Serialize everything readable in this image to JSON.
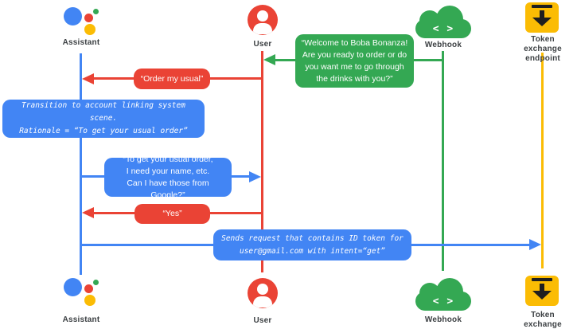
{
  "diagram_type": "sequence-diagram",
  "actors": {
    "assistant": {
      "label": "Assistant",
      "color": "#4285F4"
    },
    "user": {
      "label": "User",
      "color": "#EA4335"
    },
    "webhook": {
      "label": "Webhook",
      "color": "#34A853"
    },
    "token_endpoint": {
      "label": "Token exchange\nendpoint",
      "color": "#FBBC04"
    }
  },
  "messages": {
    "welcome": {
      "from": "Webhook",
      "to": "User",
      "text": "“Welcome to Boba Bonanza!\nAre you ready to order or do\nyou want me to go through\nthe drinks with you?”"
    },
    "order_usual": {
      "from": "User",
      "to": "Assistant",
      "text": "“Order my usual”"
    },
    "transition_note": {
      "text": "Transition to account linking system scene.\nRationale = “To get your usual order”"
    },
    "ask_permission": {
      "from": "Assistant",
      "to": "User",
      "text": "“To get your usual order,\nI need your name, etc.\nCan I have those from Google?”"
    },
    "yes": {
      "from": "User",
      "to": "Assistant",
      "text": "“Yes”"
    },
    "token_request": {
      "from": "Assistant",
      "to": "Token exchange endpoint",
      "text": "Sends request that contains ID token for\nuser@gmail.com with intent=“get”"
    }
  },
  "icons": {
    "webhook_code_glyph": "< >"
  },
  "colors": {
    "blue": "#4285F4",
    "red": "#EA4335",
    "green": "#34A853",
    "yellow": "#FBBC04",
    "label_text": "#3C4043"
  }
}
